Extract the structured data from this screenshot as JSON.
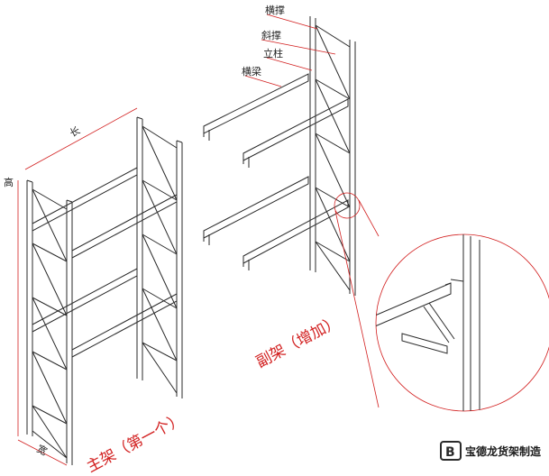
{
  "callouts": {
    "horizontal_brace": "横撑",
    "diagonal_brace": "斜撑",
    "upright": "立柱",
    "beam": "横梁"
  },
  "dimensions": {
    "length": "长",
    "height": "高",
    "width": "宽"
  },
  "captions": {
    "main_frame": "主架（第一个）",
    "secondary_frame": "副架（增加）"
  },
  "brand": {
    "name": "宝德龙货架制造",
    "logo_letter": "B",
    "color": "#2b2b2b"
  },
  "colors": {
    "line": "#2a2a2a",
    "dim_line": "#d21f1f",
    "caption": "#d21f1f"
  }
}
